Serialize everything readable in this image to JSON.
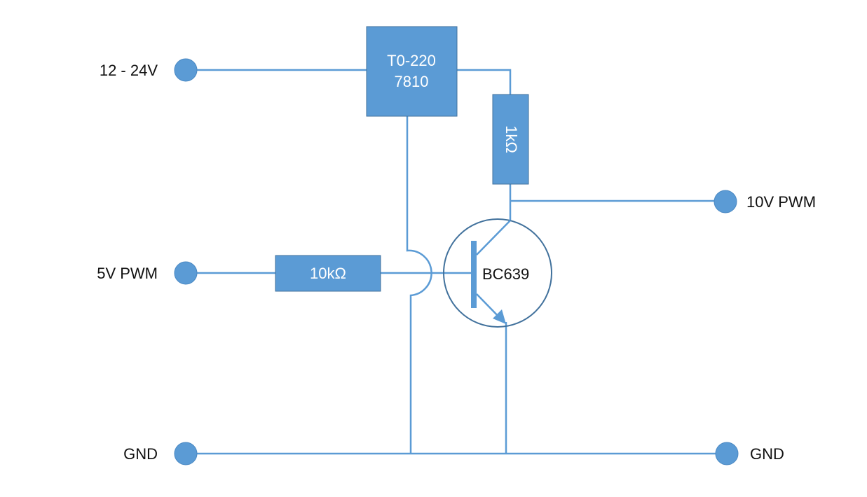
{
  "terminals": {
    "supply": "12 - 24V",
    "pwm_in": "5V PWM",
    "pwm_out": "10V PWM",
    "gnd_left": "GND",
    "gnd_right": "GND"
  },
  "regulator": {
    "line1": "T0-220",
    "line2": "7810"
  },
  "resistor_pullup": "1kΩ",
  "resistor_base": "10kΩ",
  "transistor": "BC639",
  "colors": {
    "component": "#5b9bd5",
    "outline": "#41719c"
  }
}
